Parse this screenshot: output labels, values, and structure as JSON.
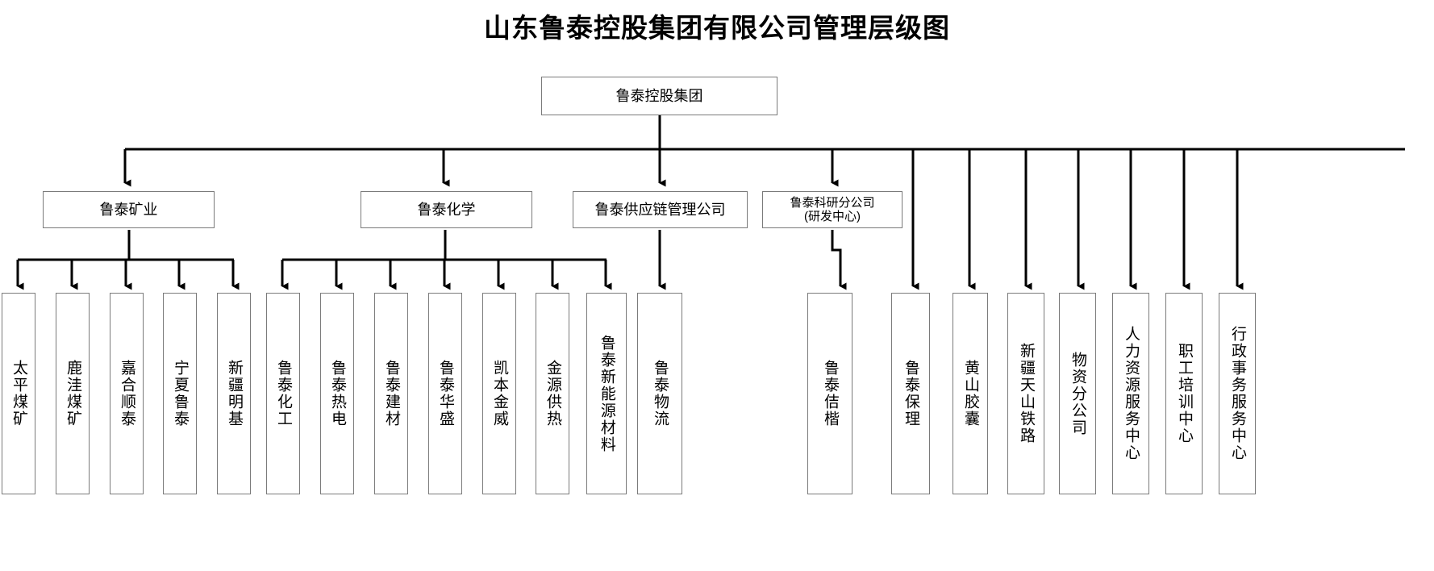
{
  "title": "山东鲁泰控股集团有限公司管理层级图",
  "colors": {
    "box_border": "#7a7a7a",
    "connector": "#000000",
    "background": "#ffffff",
    "text": "#000000"
  },
  "root": {
    "label": "鲁泰控股集团"
  },
  "divisions": [
    {
      "label": "鲁泰矿业"
    },
    {
      "label": "鲁泰化学"
    },
    {
      "label": "鲁泰供应链管理公司"
    },
    {
      "label": "鲁泰科研分公司\n(研发中心)"
    }
  ],
  "mining_subsidiaries": [
    {
      "label": "太平煤矿"
    },
    {
      "label": "鹿洼煤矿"
    },
    {
      "label": "嘉合顺泰"
    },
    {
      "label": "宁夏鲁泰"
    },
    {
      "label": "新疆明基"
    }
  ],
  "chemical_subsidiaries": [
    {
      "label": "鲁泰化工"
    },
    {
      "label": "鲁泰热电"
    },
    {
      "label": "鲁泰建材"
    },
    {
      "label": "鲁泰华盛"
    },
    {
      "label": "凯本金威"
    },
    {
      "label": "金源供热"
    },
    {
      "label": "鲁泰新能源材料"
    }
  ],
  "supplychain_subsidiaries": [
    {
      "label": "鲁泰物流"
    }
  ],
  "research_subsidiaries": [
    {
      "label": "鲁泰佶楷"
    }
  ],
  "group_direct_units": [
    {
      "label": "鲁泰保理"
    },
    {
      "label": "黄山胶囊"
    },
    {
      "label": "新疆天山铁路"
    },
    {
      "label": "物资分公司"
    },
    {
      "label": "人力资源服务中心"
    },
    {
      "label": "职工培训中心"
    },
    {
      "label": "行政事务服务中心"
    }
  ]
}
